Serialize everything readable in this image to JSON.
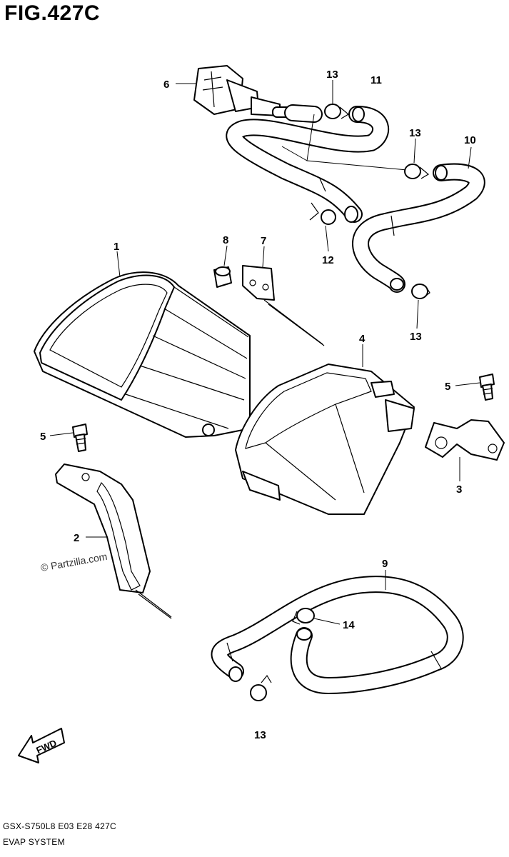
{
  "title": "FIG.427C",
  "watermark": "© Partzilla.com",
  "fwd_label": "FWD",
  "footer": {
    "model_line": "GSX-S750L8  E03  E28  427C",
    "section_name": "EVAP SYSTEM"
  },
  "callouts": {
    "c1": "1",
    "c2": "2",
    "c3": "3",
    "c4": "4",
    "c5a": "5",
    "c5b": "5",
    "c6": "6",
    "c7": "7",
    "c8": "8",
    "c9": "9",
    "c10": "10",
    "c11": "11",
    "c12": "12",
    "c13a": "13",
    "c13b": "13",
    "c13c": "13",
    "c13d": "13",
    "c14": "14"
  }
}
